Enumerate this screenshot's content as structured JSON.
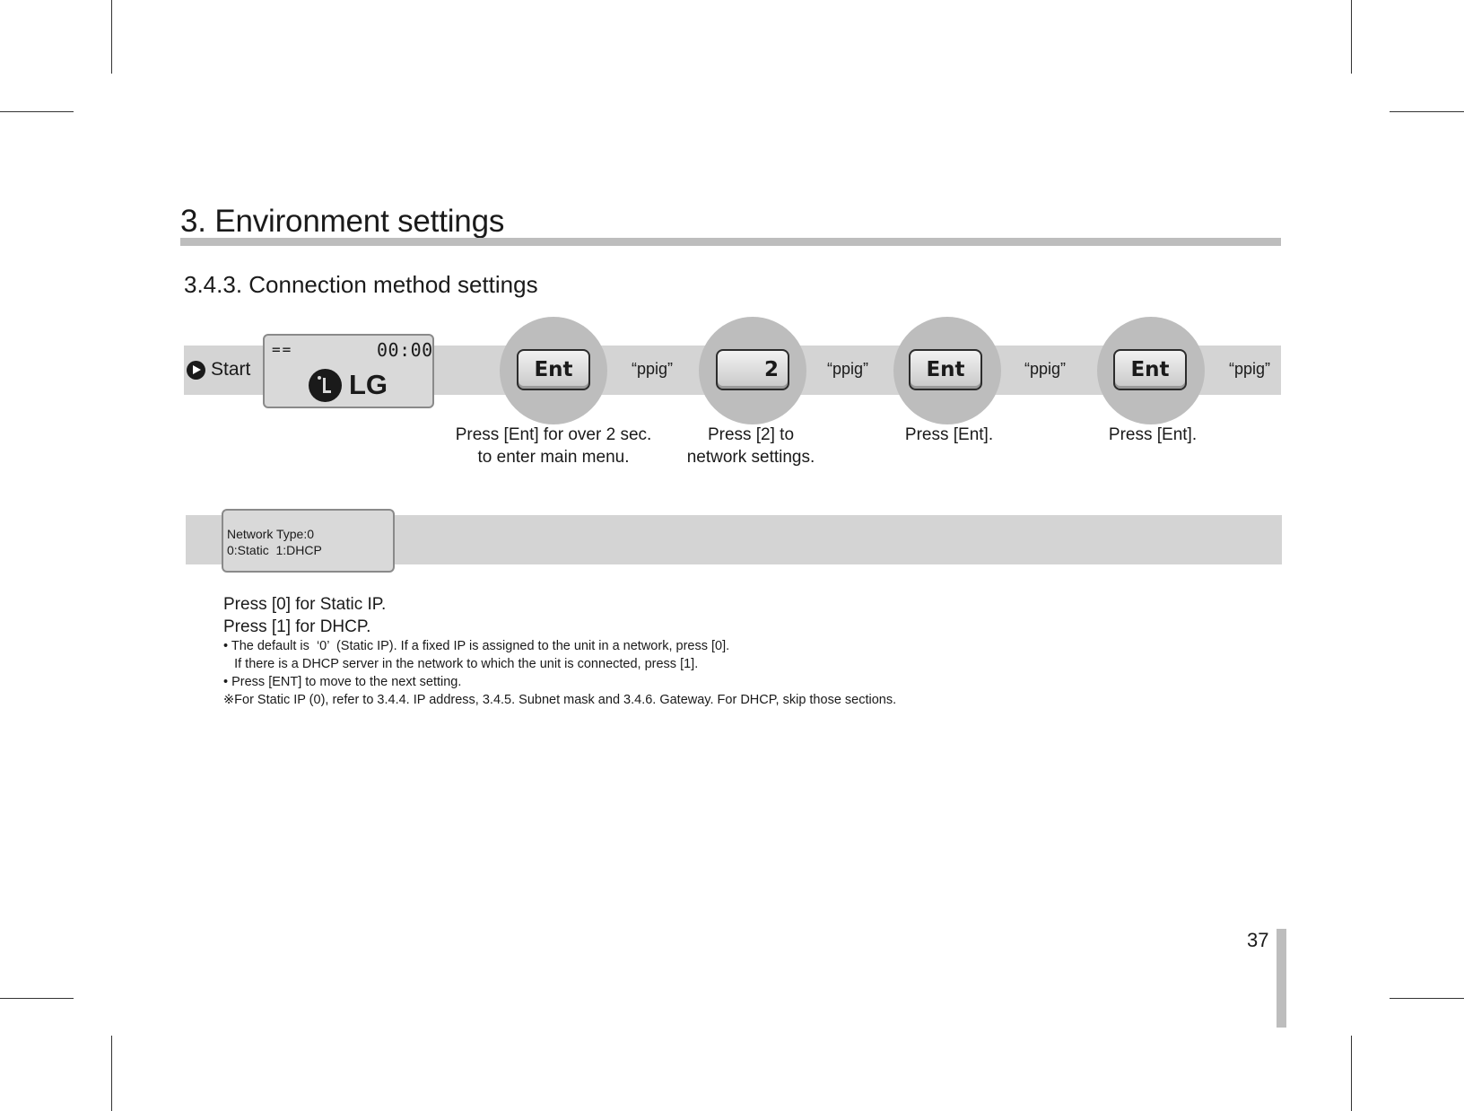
{
  "title": "3. Environment settings",
  "subtitle": "3.4.3. Connection method settings",
  "flow": {
    "start_label": "Start",
    "lcd": {
      "indicator": "==",
      "time": "00:00",
      "logo_text": "LG"
    },
    "beep": "“ppig”",
    "steps": [
      {
        "key": "Ent",
        "caption_line1": "Press [Ent] for over 2 sec.",
        "caption_line2": "to enter main menu."
      },
      {
        "key": "2",
        "caption_line1": "Press [2] to",
        "caption_line2": "network settings."
      },
      {
        "key": "Ent",
        "caption_line1": "Press [Ent].",
        "caption_line2": ""
      },
      {
        "key": "Ent",
        "caption_line1": "Press [Ent].",
        "caption_line2": ""
      }
    ]
  },
  "network_lcd": {
    "text": "Network Type:0\n0:Static  1:DHCP"
  },
  "instructions": {
    "line1": "Press [0] for Static IP.",
    "line2": "Press [1] for DHCP.",
    "notes": [
      "• The default is  ‘0’  (Static IP). If a fixed IP is assigned to the unit in a network, press [0].",
      "   If there is a DHCP server in the network to which the unit is connected, press [1].",
      "• Press [ENT] to move to the next setting.",
      "※For Static IP (0), refer to 3.4.4. IP address, 3.4.5. Subnet mask and 3.4.6. Gateway. For DHCP, skip those sections."
    ]
  },
  "page_number": "37"
}
